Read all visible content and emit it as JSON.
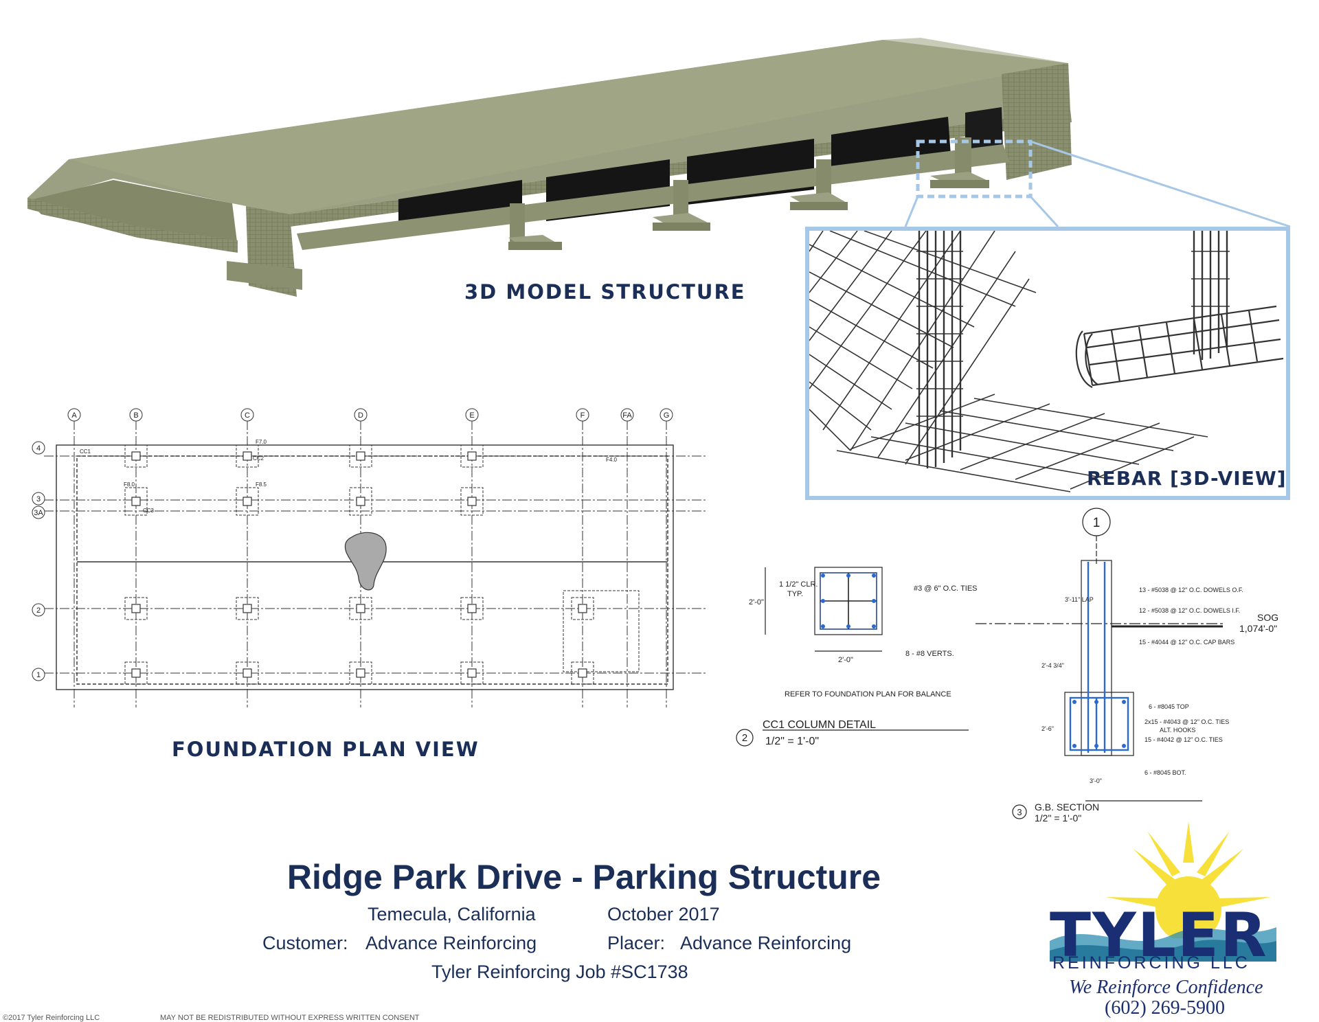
{
  "headings": {
    "model": "3D MODEL STRUCTURE",
    "plan": "FOUNDATION PLAN VIEW",
    "rebar": "REBAR [3D-VIEW]"
  },
  "plan": {
    "grid_top": [
      "A",
      "B",
      "C",
      "D",
      "E",
      "F",
      "FA",
      "G"
    ],
    "grid_left": [
      "4",
      "3",
      "3A",
      "2",
      "1"
    ],
    "footings": [
      "F7.0",
      "F8.5",
      "F8.0",
      "F4.0"
    ],
    "columns": [
      "CC1",
      "CC2",
      "CC3"
    ]
  },
  "cc1_detail": {
    "number": "2",
    "title": "CC1 COLUMN DETAIL",
    "scale": "1/2\" = 1'-0\"",
    "clr": "1 1/2\" CLR.",
    "typ": "TYP.",
    "ties": "#3 @ 6\" O.C. TIES",
    "verts": "8 - #8 VERTS.",
    "dim_w": "2'-0\"",
    "dim_h": "2'-0\"",
    "note": "REFER TO FOUNDATION PLAN FOR BALANCE"
  },
  "gb_section": {
    "number": "3",
    "grid_bubble": "1",
    "title": "G.B. SECTION",
    "scale": "1/2\" = 1'-0\"",
    "sog": "SOG",
    "elev": "1,074'-0\"",
    "callouts": [
      "13 - #5038 @ 12\" O.C. DOWELS O.F.",
      "12 - #5038 @ 12\" O.C. DOWELS I.F.",
      "15 - #4044 @ 12\" O.C. CAP BARS",
      "6 - #8045 TOP",
      "2x15 - #4043 @ 12\" O.C. TIES",
      "ALT. HOOKS",
      "15 - #4042 @ 12\" O.C. TIES",
      "6 - #8045 BOT."
    ],
    "dim_base": "3'-0\"",
    "dim_depth": "2'-6\"",
    "dim_lap": "3'-11\" LAP",
    "dim_wall": "2'-4 3/4\""
  },
  "title_block": {
    "project": "Ridge Park Drive - Parking Structure",
    "location": "Temecula, California",
    "date": "October 2017",
    "customer_label": "Customer:",
    "customer": "Advance Reinforcing",
    "placer_label": "Placer:",
    "placer": "Advance Reinforcing",
    "job": "Tyler Reinforcing Job #SC1738"
  },
  "logo": {
    "name": "TYLER",
    "sub": "REINFORCING LLC",
    "tagline": "We Reinforce Confidence",
    "phone": "(602) 269-5900"
  },
  "footer": {
    "copyright": "©2017 Tyler Reinforcing LLC",
    "consent": "MAY NOT BE REDISTRIBUTED WITHOUT EXPRESS WRITTEN CONSENT"
  },
  "colors": {
    "navy": "#1a2e57",
    "concrete": "#8e9476",
    "highlight": "#a7c7e7",
    "sun": "#f7e03a"
  }
}
